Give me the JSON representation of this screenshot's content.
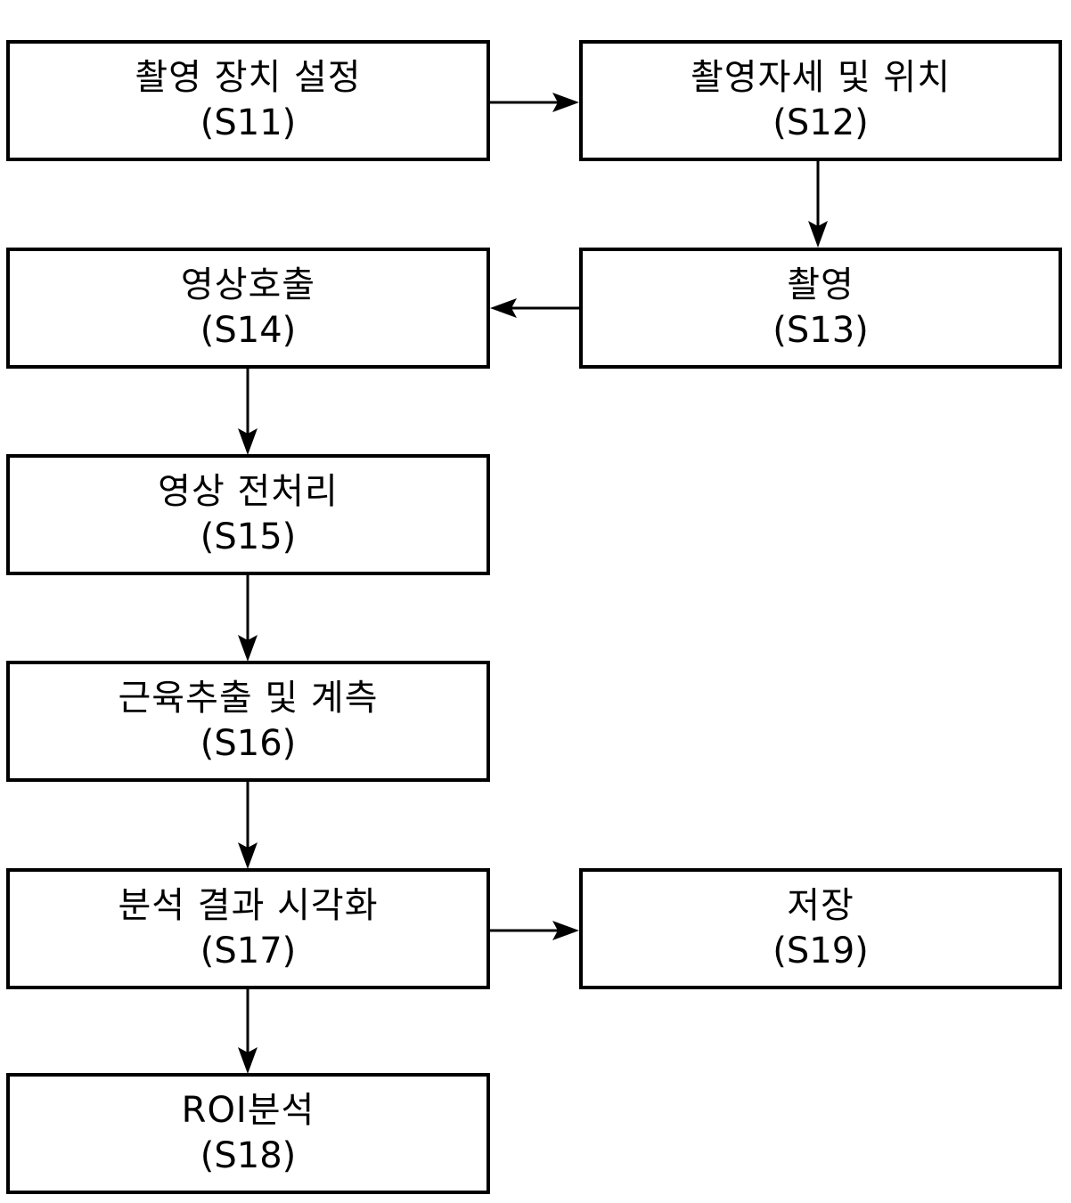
{
  "diagram": {
    "type": "flowchart",
    "title": "",
    "nodes": [
      {
        "id": "S11",
        "title": "촬영 장치 설정",
        "step": "(S11)",
        "column": "left",
        "row": 1
      },
      {
        "id": "S12",
        "title": "촬영자세 및 위치",
        "step": "(S12)",
        "column": "right",
        "row": 1
      },
      {
        "id": "S14",
        "title": "영상호출",
        "step": "(S14)",
        "column": "left",
        "row": 2
      },
      {
        "id": "S13",
        "title": "촬영",
        "step": "(S13)",
        "column": "right",
        "row": 2
      },
      {
        "id": "S15",
        "title": "영상 전처리",
        "step": "(S15)",
        "column": "left",
        "row": 3
      },
      {
        "id": "S16",
        "title": "근육추출 및 계측",
        "step": "(S16)",
        "column": "left",
        "row": 4
      },
      {
        "id": "S17",
        "title": "분석 결과 시각화",
        "step": "(S17)",
        "column": "left",
        "row": 5
      },
      {
        "id": "S19",
        "title": "저장",
        "step": "(S19)",
        "column": "right",
        "row": 5
      },
      {
        "id": "S18",
        "title": "ROI분석",
        "step": "(S18)",
        "column": "left",
        "row": 6
      }
    ],
    "edges": [
      {
        "from": "S11",
        "to": "S12",
        "direction": "right"
      },
      {
        "from": "S12",
        "to": "S13",
        "direction": "down"
      },
      {
        "from": "S13",
        "to": "S14",
        "direction": "left"
      },
      {
        "from": "S14",
        "to": "S15",
        "direction": "down"
      },
      {
        "from": "S15",
        "to": "S16",
        "direction": "down"
      },
      {
        "from": "S16",
        "to": "S17",
        "direction": "down"
      },
      {
        "from": "S17",
        "to": "S19",
        "direction": "right"
      },
      {
        "from": "S17",
        "to": "S18",
        "direction": "down"
      }
    ],
    "colors": {
      "stroke": "#000000",
      "fill": "#ffffff",
      "text": "#000000"
    }
  }
}
